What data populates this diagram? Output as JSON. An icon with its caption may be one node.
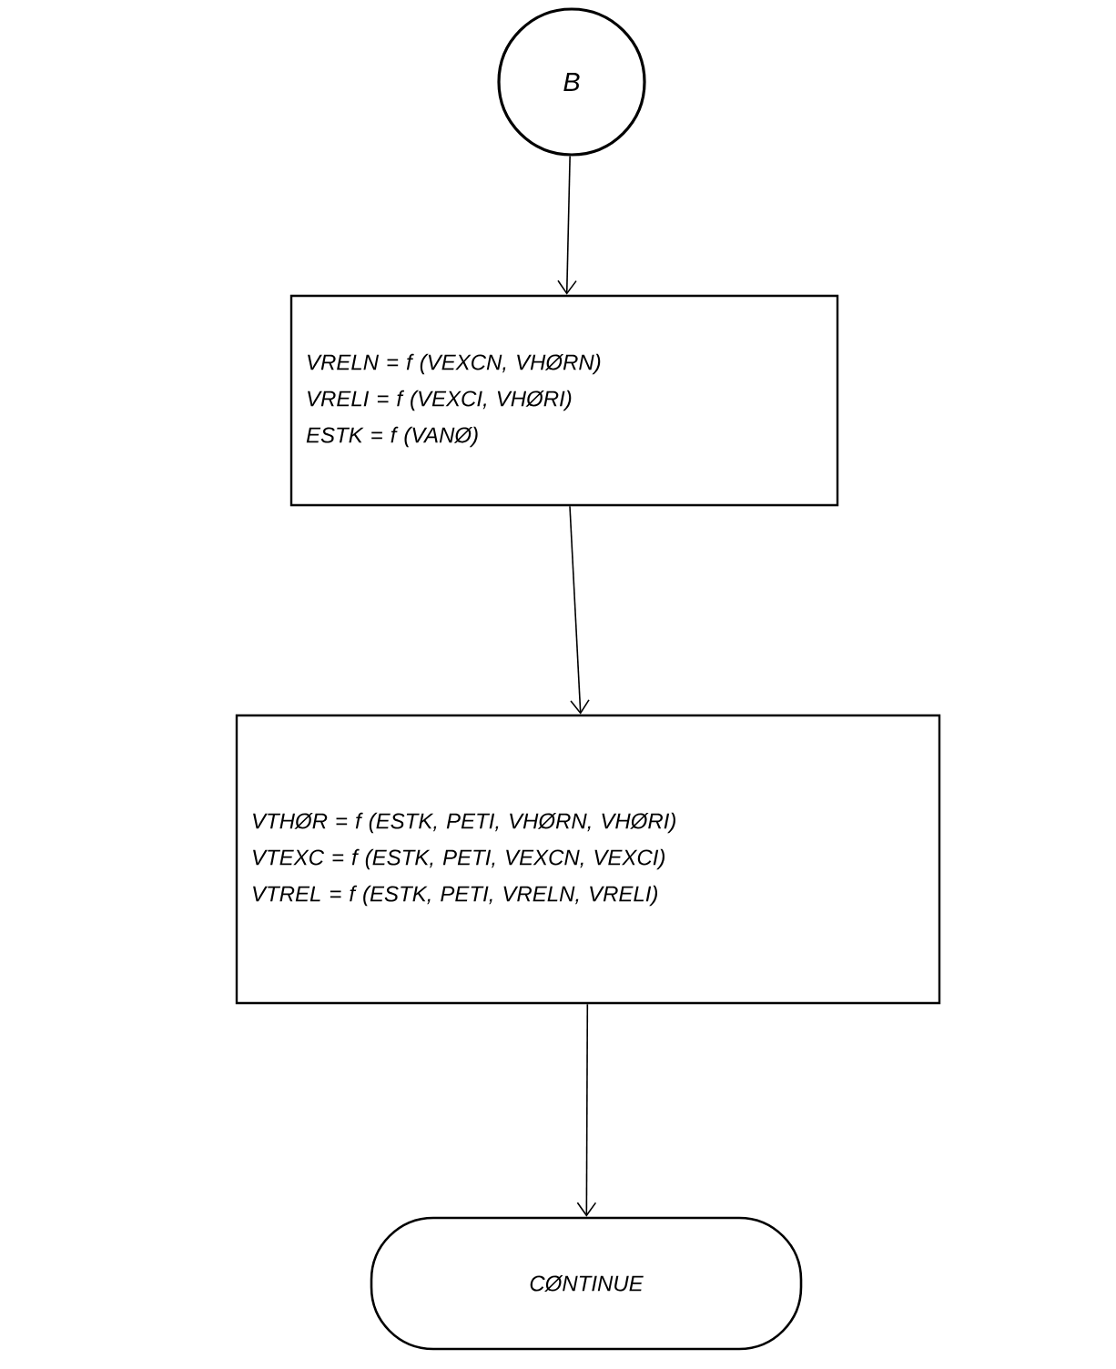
{
  "diagram": {
    "nodes": [
      {
        "text": [
          "B"
        ]
      },
      {
        "text": [
          "VRELN = f (VEXCN, VHØRN)",
          "VRELI = f (VEXCI, VHØRI)",
          "ESTK = f (VANØ)"
        ]
      },
      {
        "text": [
          "VTHØR = f (ESTK, PETI, VHØRN, VHØRI)",
          "VTEXC = f (ESTK, PETI, VEXCN, VEXCI)",
          "VTREL = f (ESTK, PETI, VRELN, VRELI)"
        ]
      },
      {
        "text": [
          "CØNTINUE"
        ]
      }
    ],
    "edges": [
      {
        "from": 0,
        "to": 1,
        "arrow": "to"
      },
      {
        "from": 1,
        "to": 2,
        "arrow": "to"
      },
      {
        "from": 2,
        "to": 3,
        "arrow": "to"
      }
    ]
  }
}
